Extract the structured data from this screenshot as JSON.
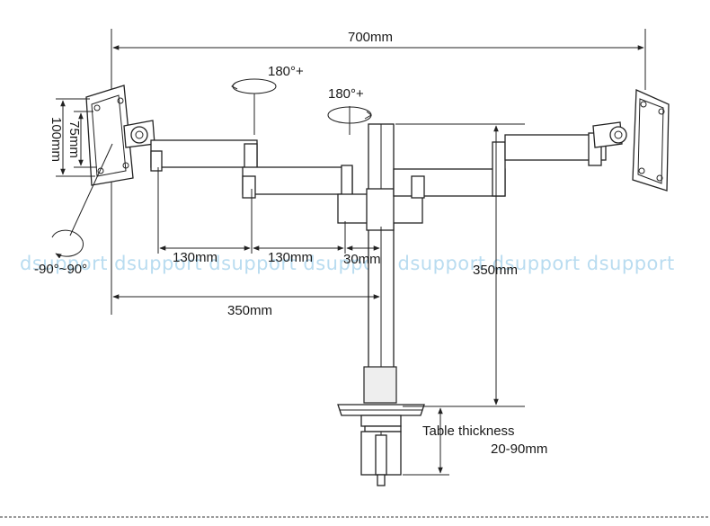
{
  "dimensions": {
    "total_width": "700mm",
    "half_width": "350mm",
    "arm_segment_1": "130mm",
    "arm_segment_2": "130mm",
    "pole_offset": "30mm",
    "pole_height": "350mm",
    "vesa_large": "100mm",
    "vesa_small": "75mm",
    "table_thickness_label": "Table thickness",
    "table_thickness_range": "20-90mm"
  },
  "rotations": {
    "elbow": "180°+",
    "pole": "180°+",
    "tilt": "-90°~90°"
  },
  "watermark": "dsupport dsupport dsupport dsupport dsupport dsupport dsupport"
}
